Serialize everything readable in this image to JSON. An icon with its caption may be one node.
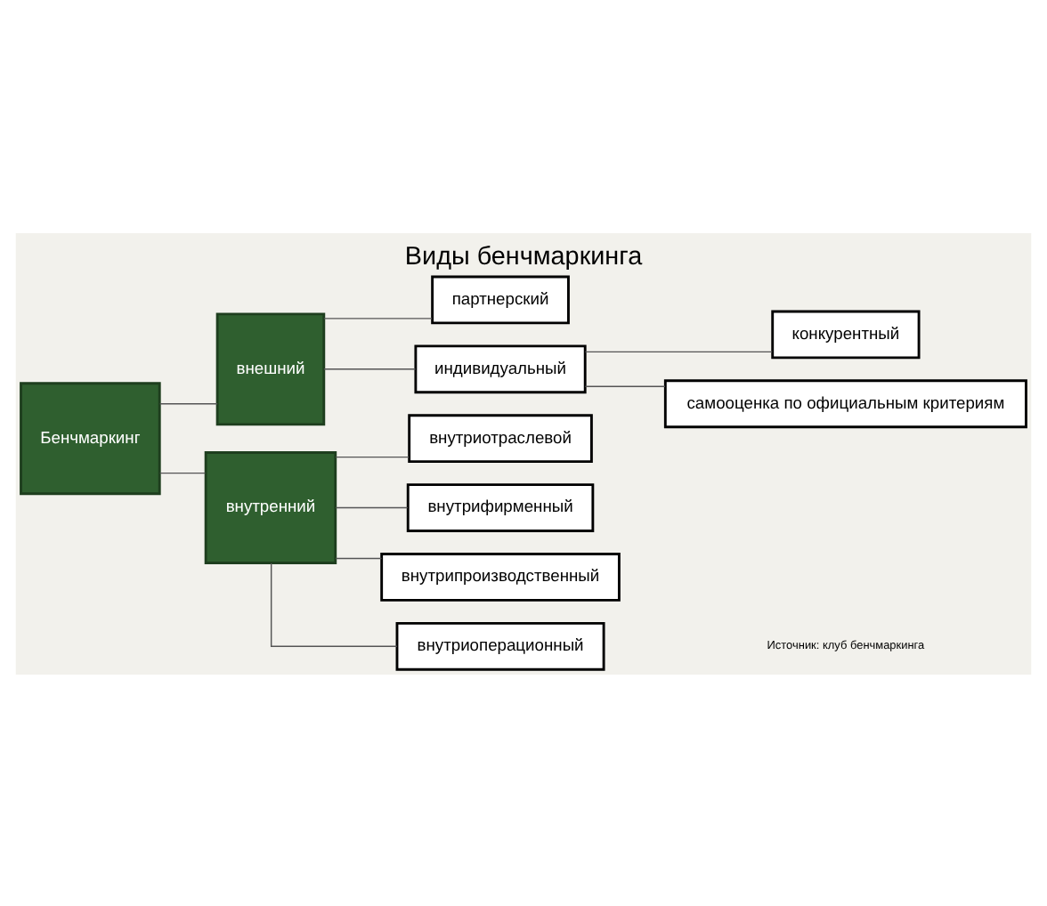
{
  "diagram": {
    "title": "Виды бенчмаркинга",
    "nodes": [
      {
        "text": [
          "Бенчмаркинг"
        ]
      },
      {
        "text": [
          "внешний"
        ]
      },
      {
        "text": [
          "внутренний"
        ]
      },
      {
        "text": [
          "партнерский"
        ]
      },
      {
        "text": [
          "индивидуальный"
        ]
      },
      {
        "text": [
          "конкурентный"
        ]
      },
      {
        "text": [
          "самооценка по официальным критериям"
        ]
      },
      {
        "text": [
          "внутриотраслевой"
        ]
      },
      {
        "text": [
          "внутрифирменный"
        ]
      },
      {
        "text": [
          "внутрипроизводственный"
        ]
      },
      {
        "text": [
          "внутриоперационный"
        ]
      }
    ],
    "edges": [
      {
        "from": 0,
        "to": 1,
        "arrow": "none"
      },
      {
        "from": 0,
        "to": 2,
        "arrow": "none"
      },
      {
        "from": 1,
        "to": 3,
        "arrow": "none"
      },
      {
        "from": 1,
        "to": 4,
        "arrow": "none"
      },
      {
        "from": 4,
        "to": 5,
        "arrow": "none"
      },
      {
        "from": 4,
        "to": 6,
        "arrow": "none"
      },
      {
        "from": 2,
        "to": 7,
        "arrow": "none"
      },
      {
        "from": 2,
        "to": 8,
        "arrow": "none"
      },
      {
        "from": 2,
        "to": 9,
        "arrow": "none"
      },
      {
        "from": 2,
        "to": 10,
        "arrow": "none"
      }
    ],
    "labels": [
      "Источник: клуб бенчмаркинга"
    ]
  }
}
